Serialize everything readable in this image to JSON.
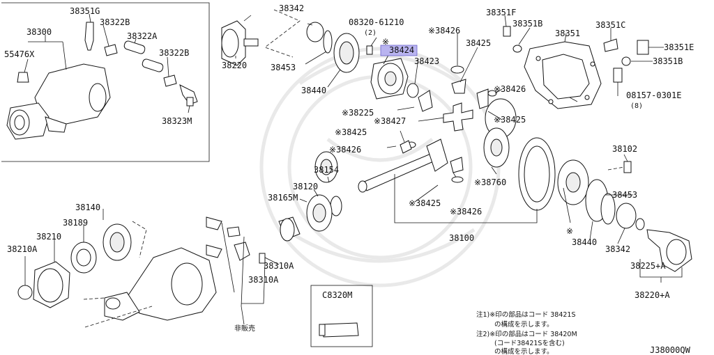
{
  "diagram": {
    "highlight_color": "#b9b4f0",
    "parts": [
      "38351G",
      "38322B",
      "38300",
      "38322A",
      "55476X",
      "38322B",
      "38323M",
      "38342",
      "38220",
      "38453",
      "38440",
      "08320-61210",
      "(2)",
      "※",
      "38424",
      "38423",
      "※38426",
      "38425",
      "※38225",
      "※38427",
      "※38425",
      "※38426",
      "38351F",
      "38351B",
      "38351",
      "38351C",
      "38351E",
      "38351B",
      "08157-0301E",
      "(8)",
      "※38426",
      "※38425",
      "38102",
      "38154",
      "38120",
      "38165M",
      "※38425",
      "※38760",
      "38453",
      "※38426",
      "38100",
      "38140",
      "38189",
      "38210",
      "38210A",
      "38310A",
      "38310A",
      "※",
      "38440",
      "38342",
      "38225+A",
      "38220+A",
      "C8320M",
      "非販売"
    ],
    "note1_line1": "注1)※印の部品はコード 38421S",
    "note1_line2": "の構成を示します。",
    "note2_line1": "注2)※印の部品はコード 38420M",
    "note2_line2": "(コード38421Sを含む)",
    "note2_line3": "の構成を示します。",
    "figure_code": "J38000QW"
  }
}
